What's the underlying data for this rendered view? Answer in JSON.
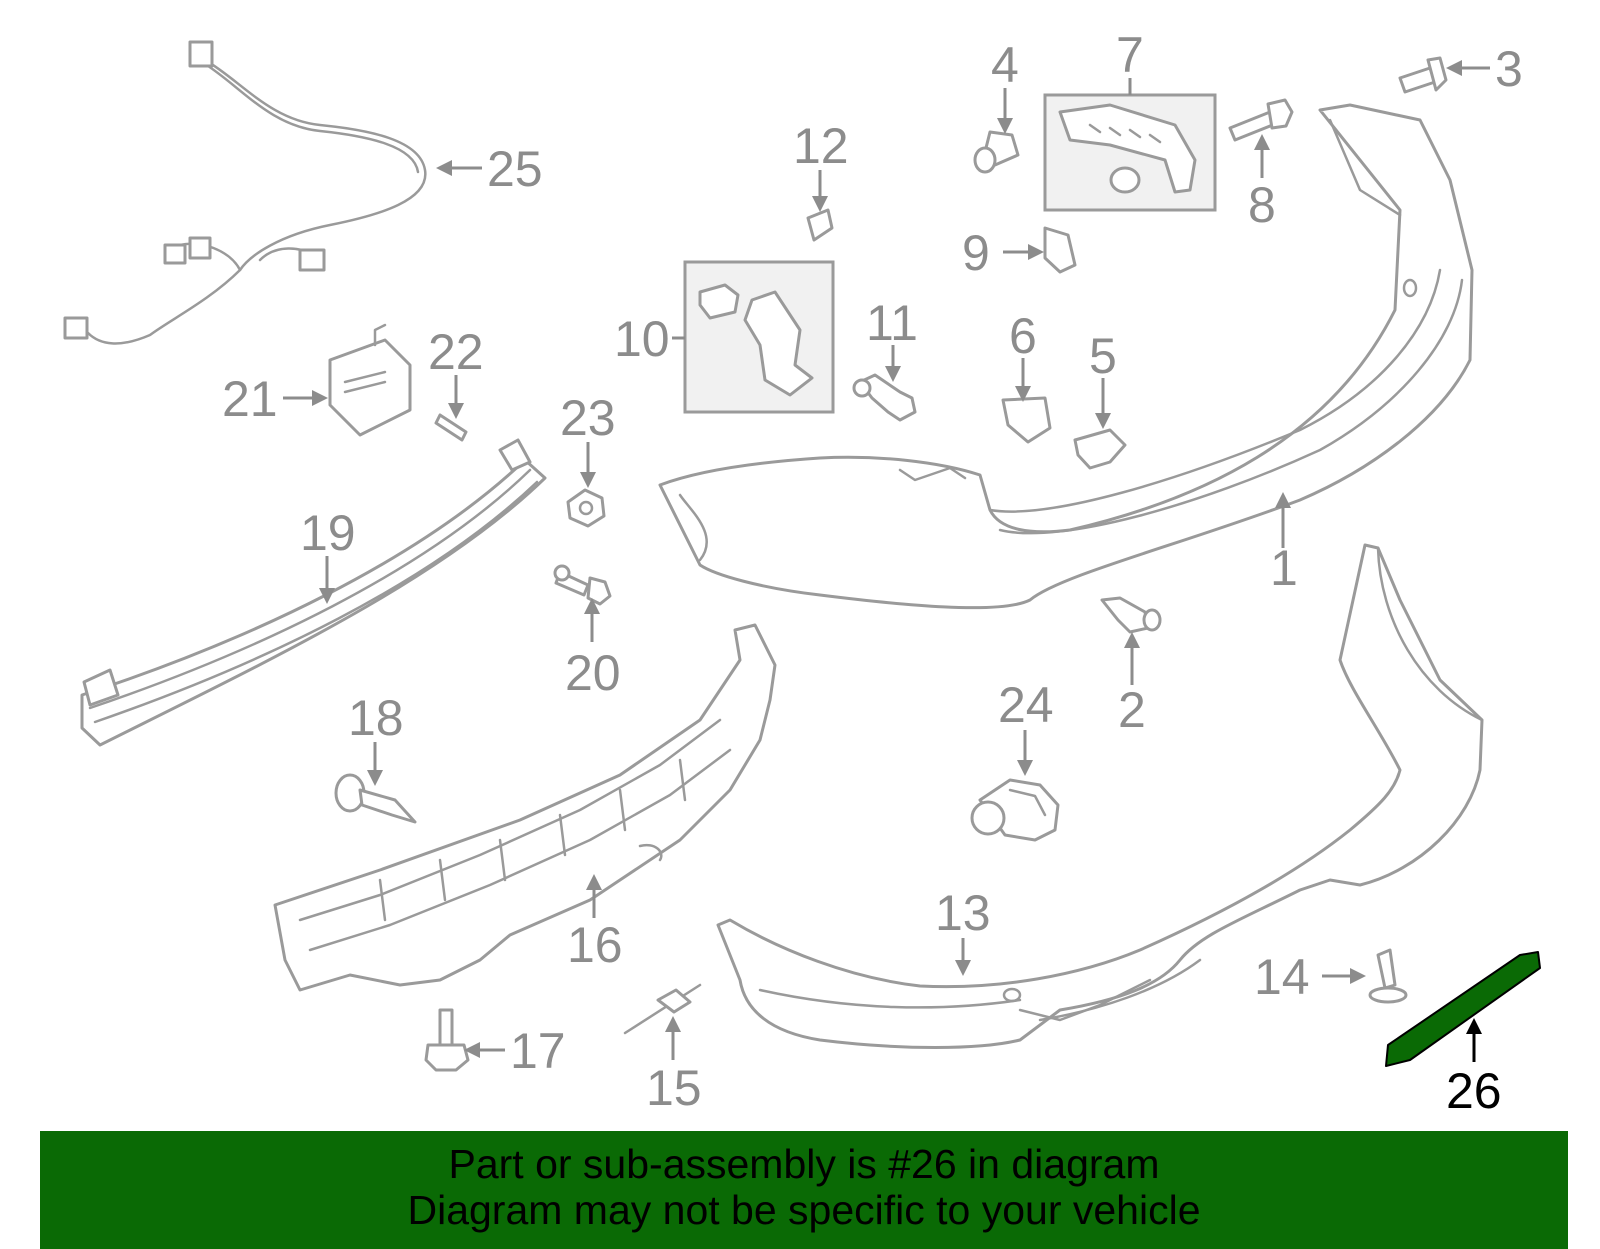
{
  "diagram": {
    "callouts": [
      "1",
      "2",
      "3",
      "4",
      "5",
      "6",
      "7",
      "8",
      "9",
      "10",
      "11",
      "12",
      "13",
      "14",
      "15",
      "16",
      "17",
      "18",
      "19",
      "20",
      "21",
      "22",
      "23",
      "24",
      "25",
      "26"
    ],
    "highlighted_callout": "26",
    "colors": {
      "line_art": "#9a9a9a",
      "callout_text": "#8c8c8c",
      "highlight_part": "#0a6a05",
      "highlight_text": "#000000",
      "banner_background": "#0a6a05"
    }
  },
  "banner": {
    "line1": "Part or sub-assembly is #26 in diagram",
    "line2": "Diagram may not be specific to your vehicle"
  }
}
